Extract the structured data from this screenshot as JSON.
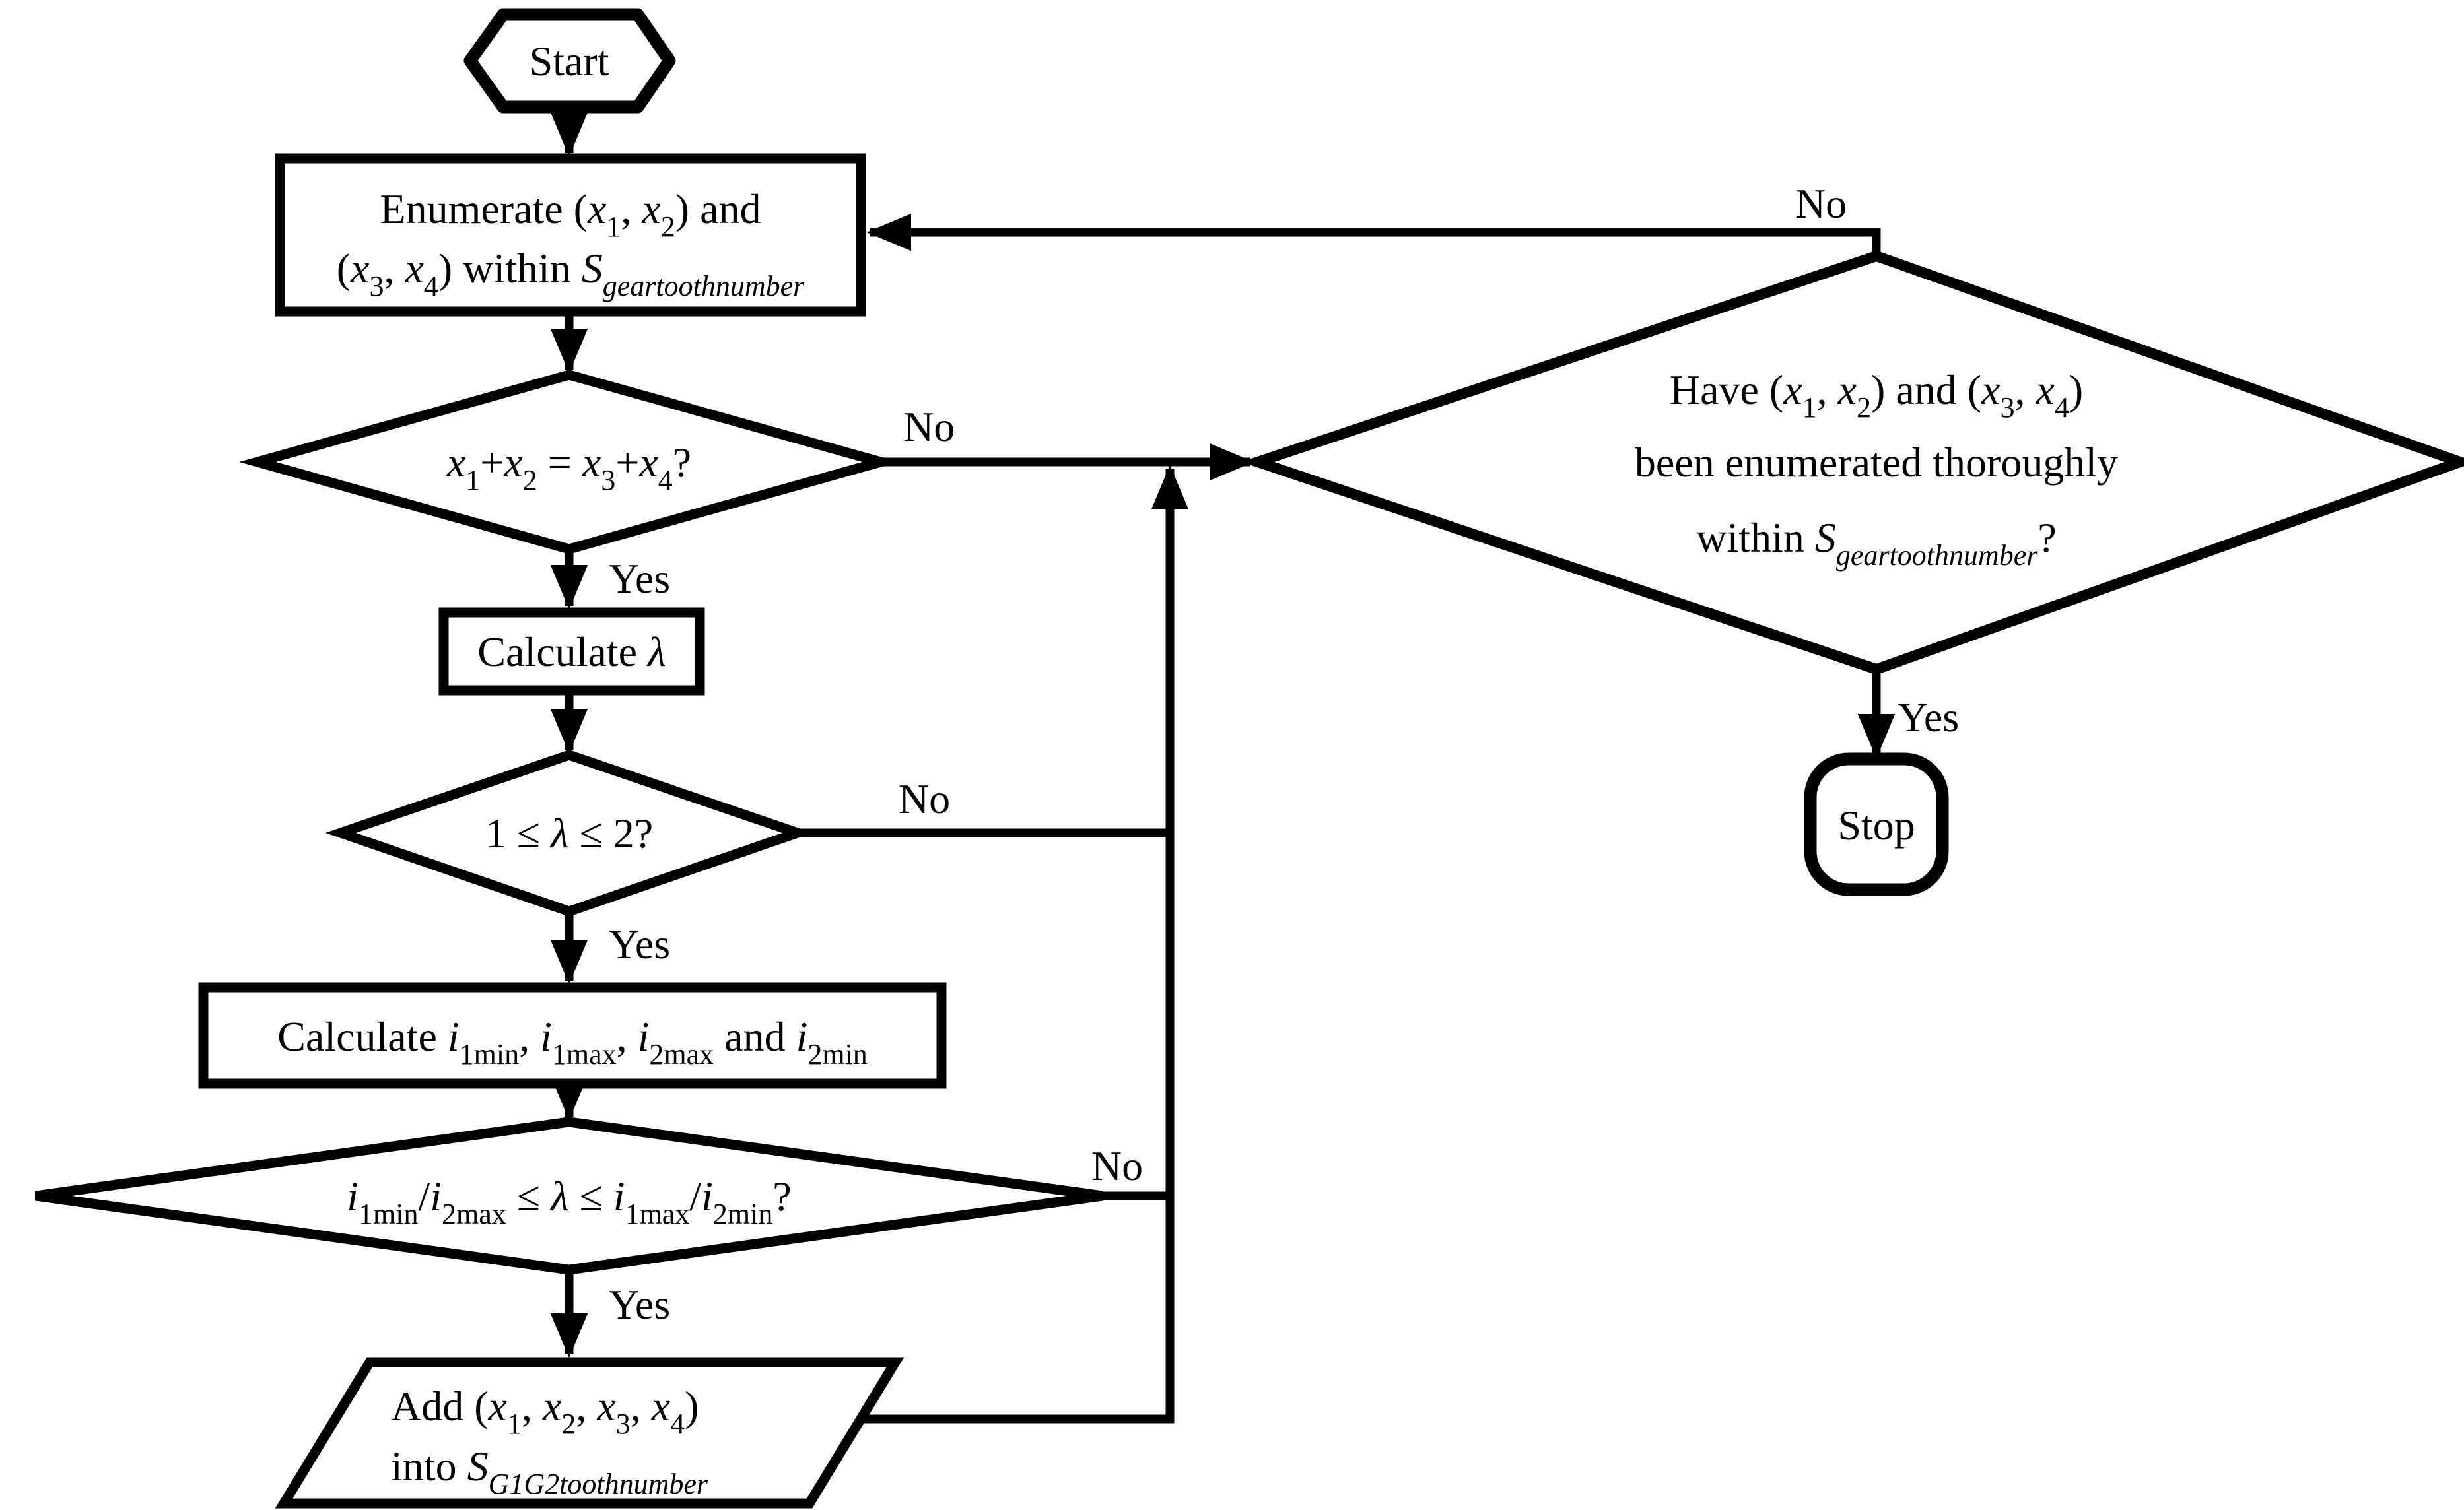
{
  "meta": {
    "diagram_type": "flowchart",
    "background_color": "#ffffff",
    "ink_color": "#000000",
    "description": "Algorithm flowchart enumerating gear tooth number pairs"
  },
  "nodes": {
    "start": {
      "shape": "hexagon",
      "lines": [
        [
          {
            "t": "Start"
          }
        ]
      ]
    },
    "enumerate": {
      "shape": "rect",
      "lines": [
        [
          {
            "t": "Enumerate ("
          },
          {
            "t": "x",
            "i": true
          },
          {
            "t": "1",
            "s": true
          },
          {
            "t": ", "
          },
          {
            "t": "x",
            "i": true
          },
          {
            "t": "2",
            "s": true
          },
          {
            "t": ") and"
          }
        ],
        [
          {
            "t": "("
          },
          {
            "t": "x",
            "i": true
          },
          {
            "t": "3",
            "s": true
          },
          {
            "t": ", "
          },
          {
            "t": "x",
            "i": true
          },
          {
            "t": "4",
            "s": true
          },
          {
            "t": ") within "
          },
          {
            "t": "S",
            "i": true
          },
          {
            "t": "geartoothnumber",
            "s": true,
            "i": true
          }
        ]
      ]
    },
    "check_sum": {
      "shape": "diamond",
      "lines": [
        [
          {
            "t": "x",
            "i": true
          },
          {
            "t": "1",
            "s": true
          },
          {
            "t": "+"
          },
          {
            "t": "x",
            "i": true
          },
          {
            "t": "2",
            "s": true
          },
          {
            "t": " = "
          },
          {
            "t": "x",
            "i": true
          },
          {
            "t": "3",
            "s": true
          },
          {
            "t": "+"
          },
          {
            "t": "x",
            "i": true
          },
          {
            "t": "4",
            "s": true
          },
          {
            "t": "?"
          }
        ]
      ]
    },
    "calc_lambda": {
      "shape": "rect",
      "lines": [
        [
          {
            "t": "Calculate "
          },
          {
            "t": "λ",
            "i": true
          }
        ]
      ]
    },
    "check_lambda": {
      "shape": "diamond",
      "lines": [
        [
          {
            "t": "1 ≤ "
          },
          {
            "t": "λ",
            "i": true
          },
          {
            "t": " ≤ 2?"
          }
        ]
      ]
    },
    "calc_i": {
      "shape": "rect",
      "lines": [
        [
          {
            "t": "Calculate "
          },
          {
            "t": "i",
            "i": true
          },
          {
            "t": "1min",
            "s": true
          },
          {
            "t": ", "
          },
          {
            "t": "i",
            "i": true
          },
          {
            "t": "1max",
            "s": true
          },
          {
            "t": ", "
          },
          {
            "t": "i",
            "i": true
          },
          {
            "t": "2max",
            "s": true
          },
          {
            "t": " and "
          },
          {
            "t": "i",
            "i": true
          },
          {
            "t": "2min",
            "s": true
          }
        ]
      ]
    },
    "check_ratio": {
      "shape": "diamond",
      "lines": [
        [
          {
            "t": "i",
            "i": true
          },
          {
            "t": "1min",
            "s": true
          },
          {
            "t": "/"
          },
          {
            "t": "i",
            "i": true
          },
          {
            "t": "2max",
            "s": true
          },
          {
            "t": " ≤ "
          },
          {
            "t": "λ",
            "i": true
          },
          {
            "t": " ≤ "
          },
          {
            "t": "i",
            "i": true
          },
          {
            "t": "1max",
            "s": true
          },
          {
            "t": "/"
          },
          {
            "t": "i",
            "i": true
          },
          {
            "t": "2min",
            "s": true
          },
          {
            "t": "?"
          }
        ]
      ]
    },
    "add_result": {
      "shape": "parallelogram",
      "lines": [
        [
          {
            "t": "Add ("
          },
          {
            "t": "x",
            "i": true
          },
          {
            "t": "1",
            "s": true
          },
          {
            "t": ", "
          },
          {
            "t": "x",
            "i": true
          },
          {
            "t": "2",
            "s": true
          },
          {
            "t": ", "
          },
          {
            "t": "x",
            "i": true
          },
          {
            "t": "3",
            "s": true
          },
          {
            "t": ", "
          },
          {
            "t": "x",
            "i": true
          },
          {
            "t": "4",
            "s": true
          },
          {
            "t": ")"
          }
        ],
        [
          {
            "t": "into "
          },
          {
            "t": "S",
            "i": true
          },
          {
            "t": "G1G2toothnumber",
            "s": true,
            "i": true
          }
        ]
      ]
    },
    "check_enumerated": {
      "shape": "diamond",
      "lines": [
        [
          {
            "t": "Have ("
          },
          {
            "t": "x",
            "i": true
          },
          {
            "t": "1",
            "s": true
          },
          {
            "t": ", "
          },
          {
            "t": "x",
            "i": true
          },
          {
            "t": "2",
            "s": true
          },
          {
            "t": ") and ("
          },
          {
            "t": "x",
            "i": true
          },
          {
            "t": "3",
            "s": true
          },
          {
            "t": ", "
          },
          {
            "t": "x",
            "i": true
          },
          {
            "t": "4",
            "s": true
          },
          {
            "t": ")"
          }
        ],
        [
          {
            "t": "been enumerated thoroughly"
          }
        ],
        [
          {
            "t": "within "
          },
          {
            "t": "S",
            "i": true
          },
          {
            "t": "geartoothnumber",
            "s": true,
            "i": true
          },
          {
            "t": "?"
          }
        ]
      ]
    },
    "stop": {
      "shape": "rounded-rect",
      "lines": [
        [
          {
            "t": "Stop"
          }
        ]
      ]
    }
  },
  "edge_labels": {
    "no_sum": [
      {
        "t": "No"
      }
    ],
    "yes_sum": [
      {
        "t": "Yes"
      }
    ],
    "no_lambda": [
      {
        "t": "No"
      }
    ],
    "yes_lambda": [
      {
        "t": "Yes"
      }
    ],
    "no_ratio": [
      {
        "t": "No"
      }
    ],
    "yes_ratio": [
      {
        "t": "Yes"
      }
    ],
    "no_enumerated": [
      {
        "t": "No"
      }
    ],
    "yes_enumerated": [
      {
        "t": "Yes"
      }
    ]
  }
}
